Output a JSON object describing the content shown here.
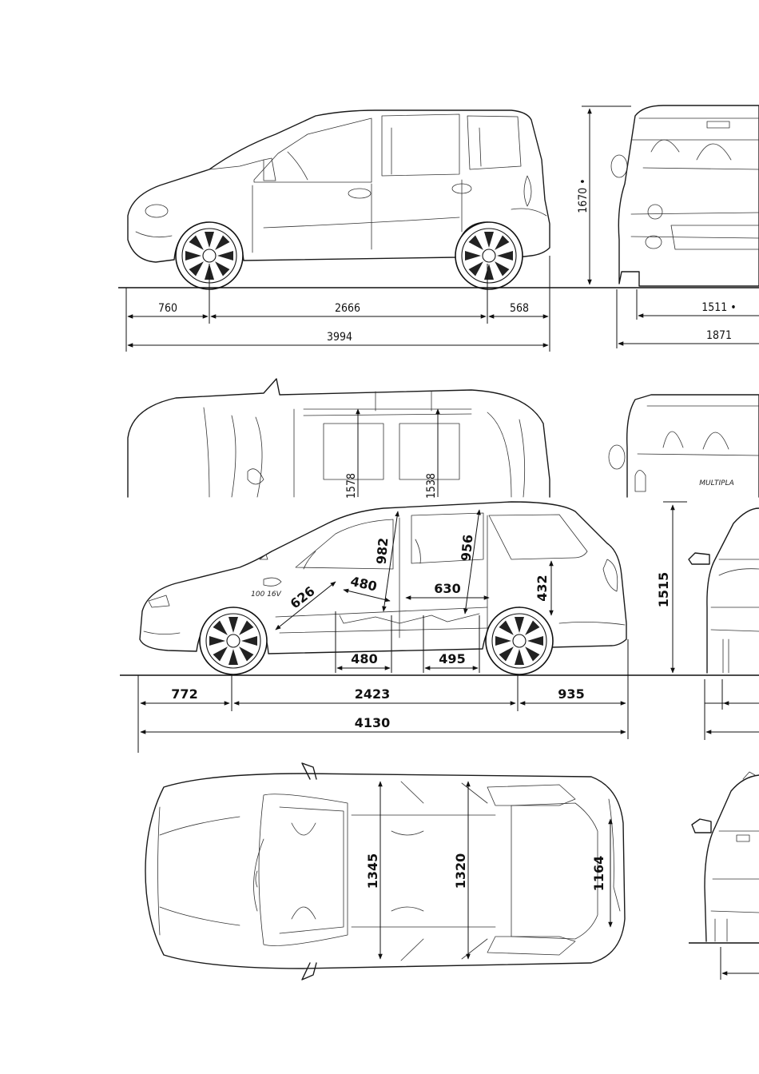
{
  "drawing": {
    "multipla_side": {
      "dims": {
        "front_overhang": "760",
        "wheelbase": "2666",
        "rear_overhang": "568",
        "length": "3994"
      }
    },
    "multipla_front": {
      "dims": {
        "height": "1670 •",
        "track": "1511 •",
        "width": "1871"
      }
    },
    "multipla_top": {
      "dims": {
        "width_front": "1578",
        "width_rear": "1538"
      },
      "badge": "MULTIPLA"
    },
    "palio_side": {
      "dims": {
        "front_overhang": "772",
        "wheelbase": "2423",
        "rear_overhang": "935",
        "length": "4130",
        "height": "1515",
        "seat_front": "480",
        "seat_rear": "495",
        "headroom_front": "982",
        "headroom_rear": "956",
        "legroom_front": "626",
        "pedal_seat": "480",
        "legroom_rear": "630",
        "cargo_height": "432"
      },
      "badge": "100 16V"
    },
    "palio_top": {
      "dims": {
        "width_front": "1345",
        "width_rear": "1320",
        "width_cargo": "1164"
      }
    }
  }
}
